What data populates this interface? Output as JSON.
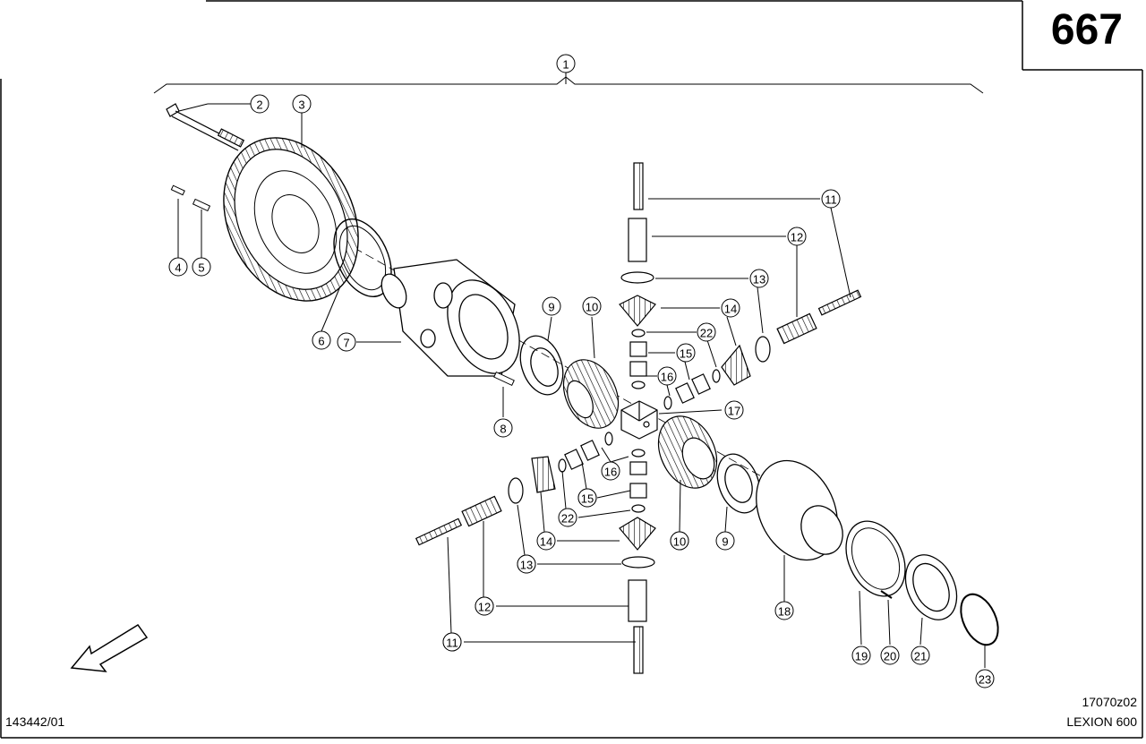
{
  "page_number": "667",
  "drawing_code": "17070z02",
  "doc_number": "143442/01",
  "model": "LEXION 600",
  "callouts": [
    "1",
    "2",
    "3",
    "4",
    "5",
    "6",
    "7",
    "8",
    "9",
    "10",
    "11",
    "12",
    "13",
    "14",
    "15",
    "16",
    "17",
    "22",
    "14",
    "15",
    "16",
    "22",
    "15",
    "10",
    "9",
    "13",
    "12",
    "11",
    "18",
    "19",
    "20",
    "21",
    "23",
    "10",
    "11",
    "12",
    "13"
  ],
  "icons": {
    "direction_arrow": "arrow-down-left-icon"
  }
}
